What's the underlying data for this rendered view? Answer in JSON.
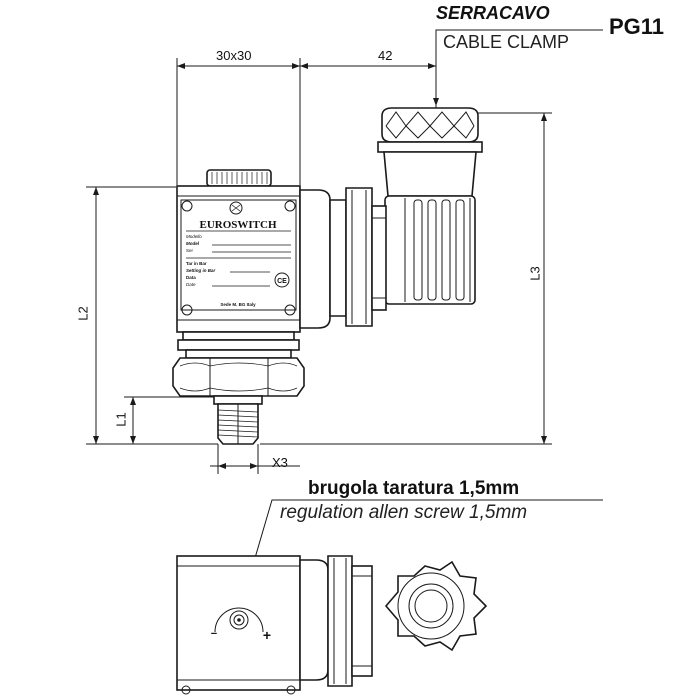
{
  "labels": {
    "cable_clamp_it": "SERRACAVO",
    "cable_clamp_en": "CABLE CLAMP",
    "thread": "PG11",
    "dim_body": "30x30",
    "dim_connector": "42",
    "dim_l1": "L1",
    "dim_l2": "L2",
    "dim_l3": "L3",
    "dim_x3": "X3",
    "screw_it": "brugola taratura 1,5mm",
    "screw_en": "regulation allen screw 1,5mm",
    "minus": "−",
    "plus": "+"
  },
  "nameplate": {
    "brand": "EUROSWITCH",
    "line1": "Modello",
    "line2": "Model",
    "line3": "Ser",
    "line4": "Tar in Bar",
    "line5": "Setting in Bar",
    "line6": "Data",
    "line7": "Date",
    "footer": "Sede M. BG Italy",
    "mark": "CE"
  }
}
